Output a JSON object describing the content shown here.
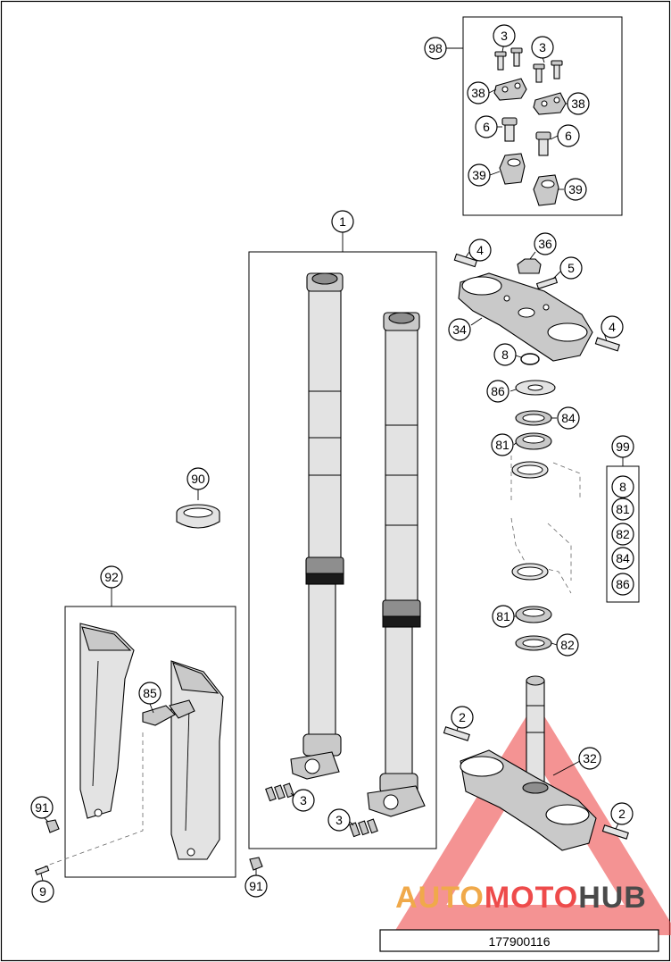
{
  "diagram": {
    "drawing_number": "177900116",
    "watermark": {
      "brand_part1": "AUTO",
      "brand_part2": "MOTO",
      "brand_part3": "HUB",
      "color_primary": "#f0a94a",
      "color_secondary": "#ee4b4b",
      "color_tertiary": "#4a4a4a"
    },
    "callouts": {
      "c98": "98",
      "c3a": "3",
      "c3b": "3",
      "c38a": "38",
      "c38b": "38",
      "c6a": "6",
      "c6b": "6",
      "c39a": "39",
      "c39b": "39",
      "c1": "1",
      "c4a": "4",
      "c36": "36",
      "c5": "5",
      "c34": "34",
      "c4b": "4",
      "c8": "8",
      "c86": "86",
      "c84": "84",
      "c81a": "81",
      "c99": "99",
      "c99_8": "8",
      "c99_81": "81",
      "c99_82": "82",
      "c99_84": "84",
      "c99_86": "86",
      "c90": "90",
      "c92": "92",
      "c81b": "81",
      "c82": "82",
      "c85": "85",
      "c2a": "2",
      "c32": "32",
      "c2b": "2",
      "c91a": "91",
      "c3c": "3",
      "c3d": "3",
      "c9": "9",
      "c91b": "91"
    }
  }
}
